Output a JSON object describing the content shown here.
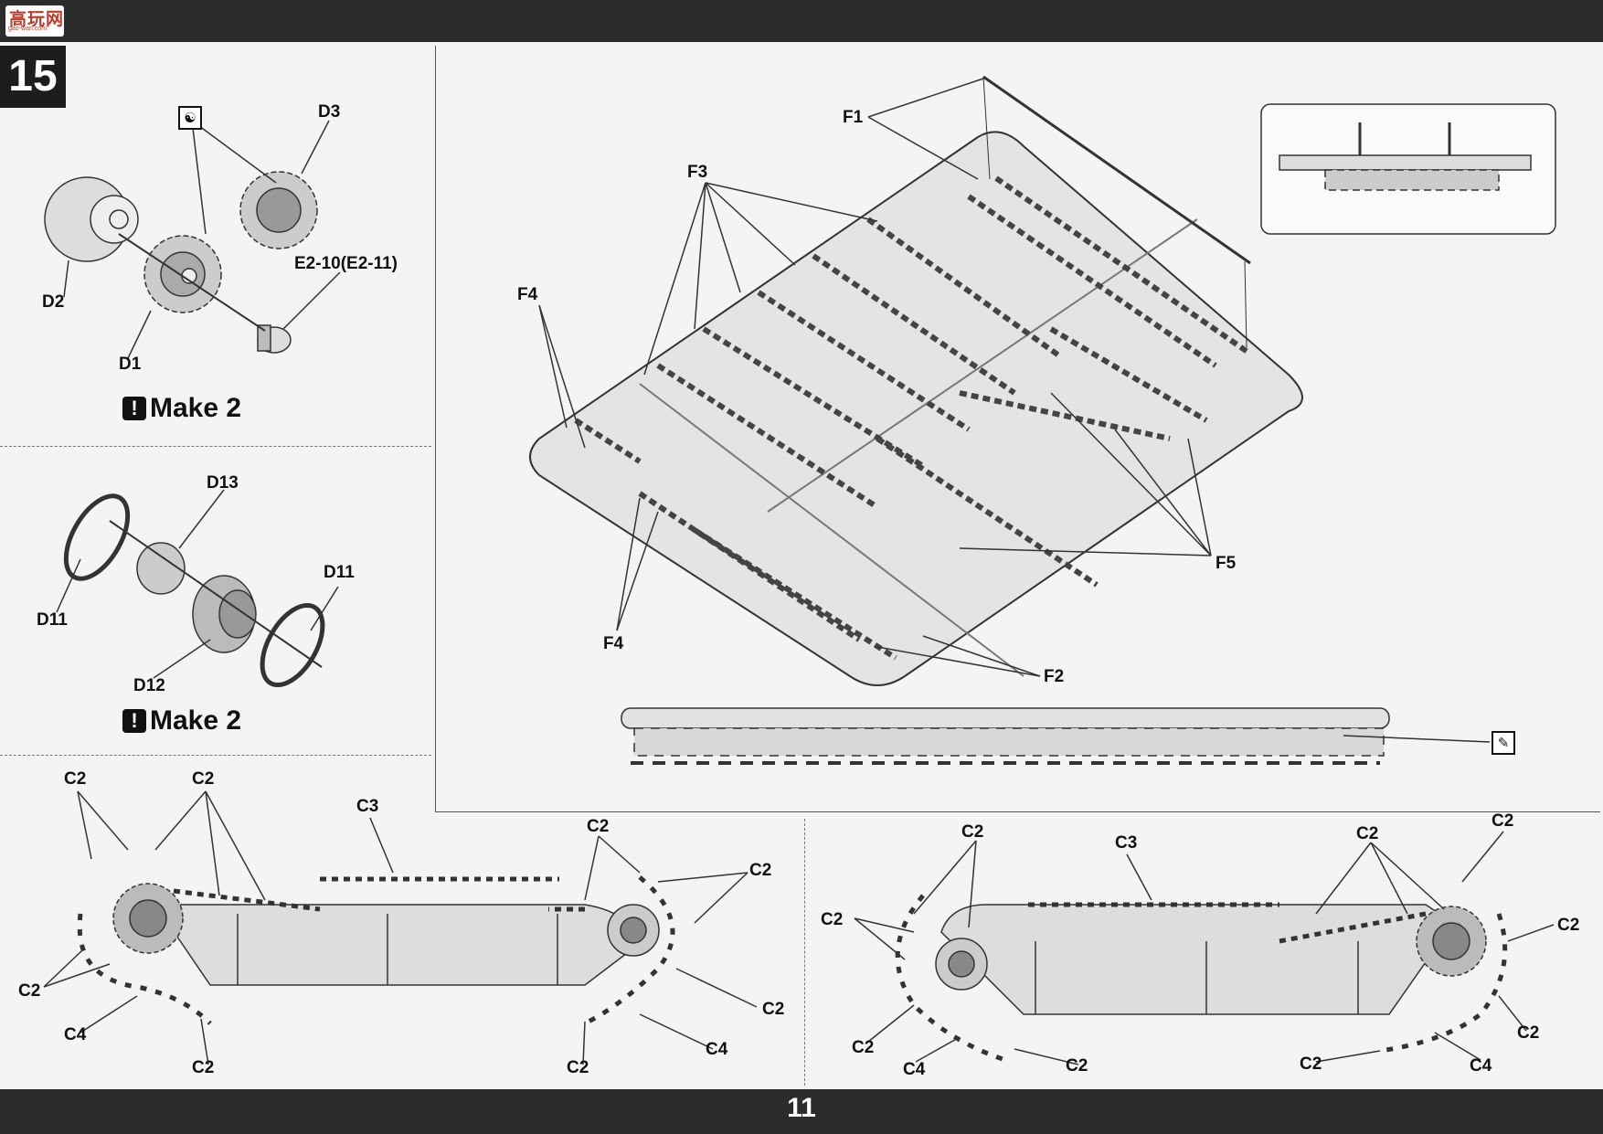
{
  "header": {
    "logo_text": "高玩网",
    "logo_subtext": "gao-wan.com"
  },
  "step": {
    "number": "15"
  },
  "sub_a": {
    "labels": {
      "d3": "D3",
      "d2": "D2",
      "d1": "D1",
      "e2": "E2-10(E2-11)"
    },
    "make": "Make 2"
  },
  "sub_b": {
    "labels": {
      "d13": "D13",
      "d11_left": "D11",
      "d11_right": "D11",
      "d12": "D12"
    },
    "make": "Make 2"
  },
  "sprue": {
    "labels": {
      "f1": "F1",
      "f3": "F3",
      "f4_top": "F4",
      "f4_bottom": "F4",
      "f5": "F5",
      "f2": "F2"
    }
  },
  "track_left": {
    "labels": [
      "C2",
      "C2",
      "C3",
      "C2",
      "C2",
      "C2",
      "C2",
      "C4",
      "C2",
      "C4",
      "C2"
    ]
  },
  "track_right": {
    "labels": [
      "C2",
      "C3",
      "C2",
      "C2",
      "C2",
      "C2",
      "C2",
      "C4",
      "C2",
      "C2",
      "C4",
      "C2"
    ]
  },
  "footer": {
    "page_number": "11"
  },
  "icons": {
    "symmetry": "symmetry-icon",
    "cement": "cement-icon"
  }
}
